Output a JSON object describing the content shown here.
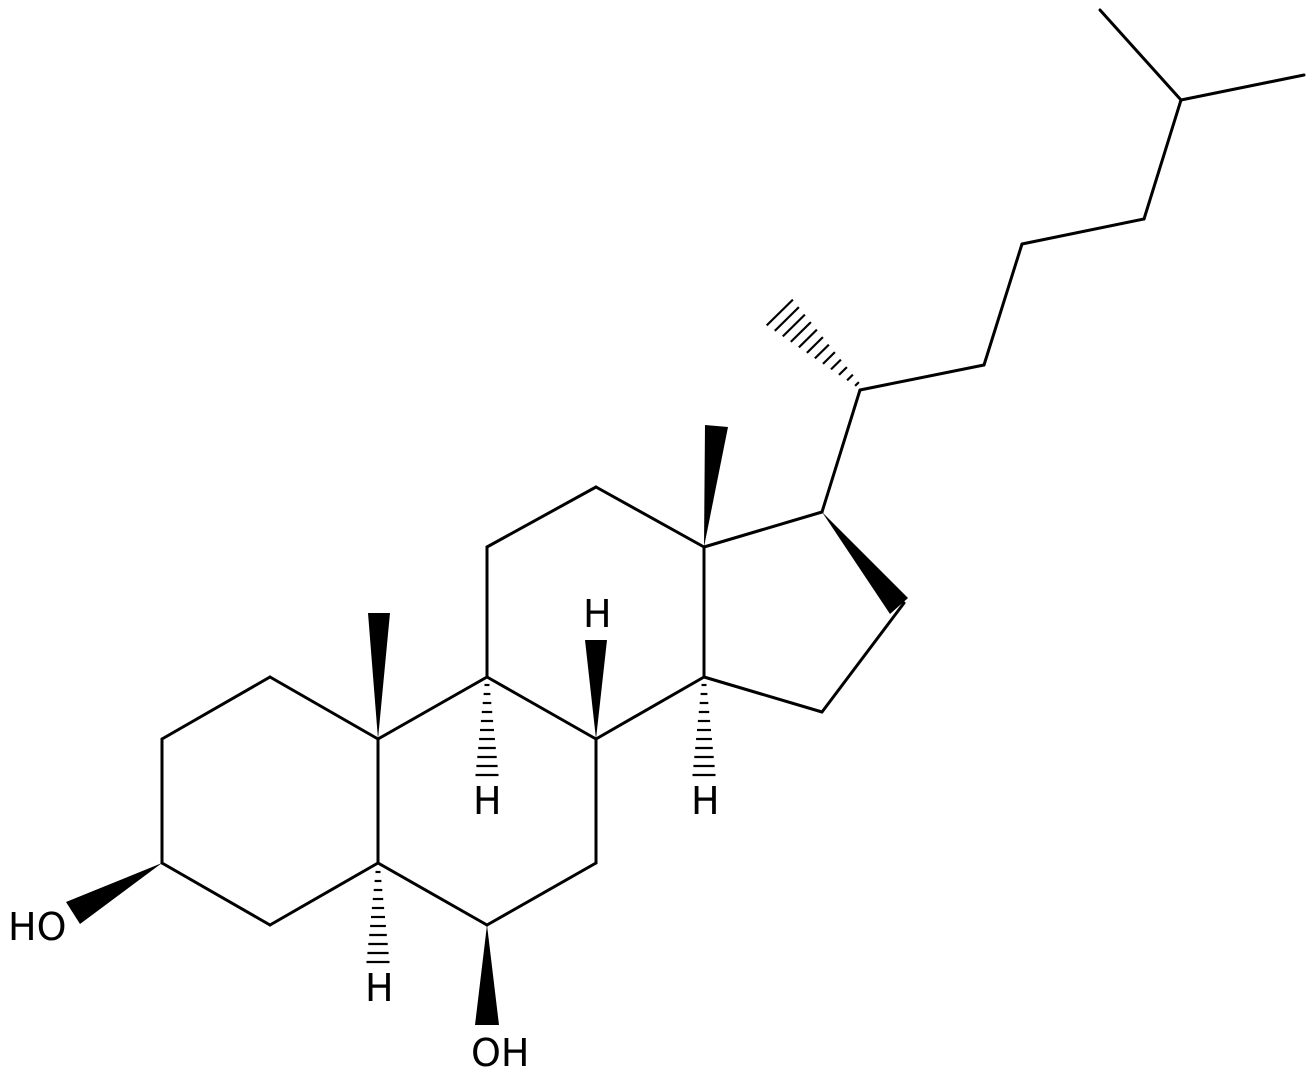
{
  "molecule": {
    "labels": {
      "oh_3": "HO",
      "oh_6": "OH",
      "h_5": "H",
      "h_8": "H",
      "h_9": "H",
      "h_14": "H"
    }
  }
}
